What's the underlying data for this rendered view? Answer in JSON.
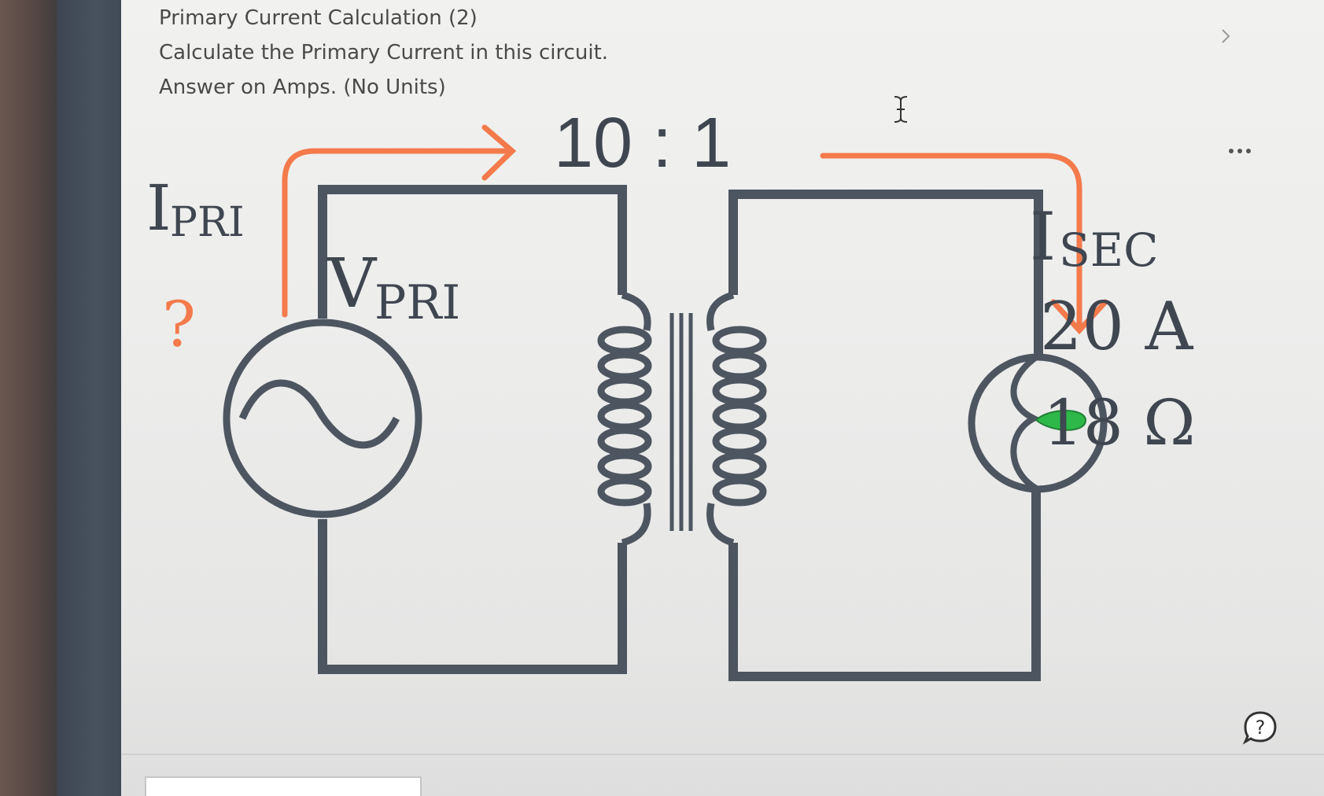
{
  "question": {
    "title": "Primary Current Calculation (2)",
    "instruction": "Calculate the Primary Current in this circuit.",
    "note": "Answer on Amps. (No Units)"
  },
  "diagram": {
    "ratio": "10 : 1",
    "primary_current": {
      "symbol": "I",
      "subscript": "PRI",
      "value": "?"
    },
    "primary_voltage": {
      "symbol": "V",
      "subscript": "PRI"
    },
    "secondary_current": {
      "symbol": "I",
      "subscript": "SEC",
      "value": "20 A"
    },
    "load_resistance": "18 Ω"
  },
  "answer": {
    "value": ""
  },
  "icons": {
    "help": "question-circle-icon",
    "more": "ellipsis-icon",
    "cursor": "text-cursor-icon",
    "chevron": "chevron-right-icon"
  },
  "colors": {
    "wire": "#4d5560",
    "arrow": "#f47a4b",
    "question_mark": "#f47a4b",
    "label": "#3f4650",
    "lamp_fill": "#2fb84a"
  }
}
